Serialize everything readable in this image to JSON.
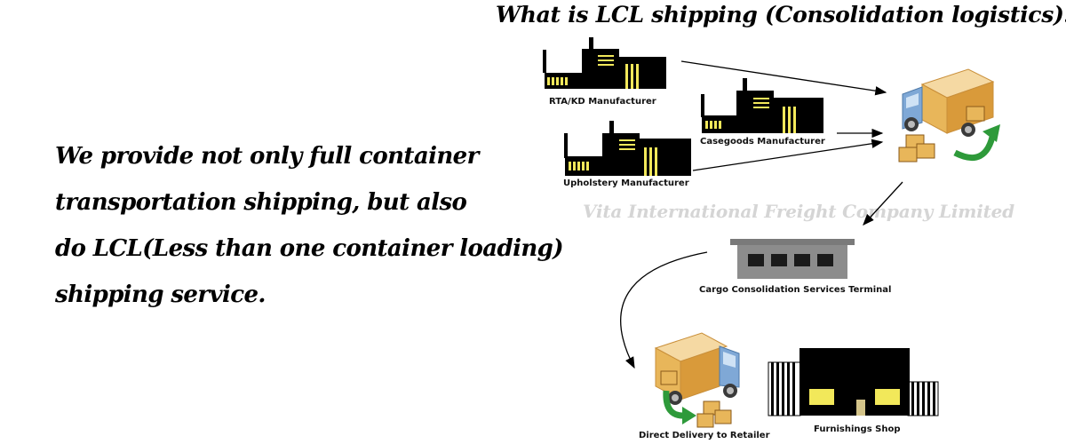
{
  "title": "What is LCL shipping (Consolidation logistics):",
  "intro_lines": [
    "We provide not only full container",
    "transportation shipping, but also",
    "do LCL(Less than one container loading)",
    "shipping service."
  ],
  "watermark": "Vita International Freight Company Limited",
  "nodes": {
    "rta_kd": "RTA/KD Manufacturer",
    "casegoods": "Casegoods Manufacturer",
    "upholstery": "Upholstery Manufacturer",
    "terminal": "Cargo Consolidation Services Terminal",
    "retailer": "Direct Delivery to Retailer",
    "shop": "Furnishings Shop"
  },
  "colors": {
    "factory": "#000000",
    "window": "#f2e85a",
    "truck_cab": "#7fa8d6",
    "box": "#e8b65a",
    "arrow_green": "#2e9a3a",
    "terminal": "#7a7a7a"
  }
}
